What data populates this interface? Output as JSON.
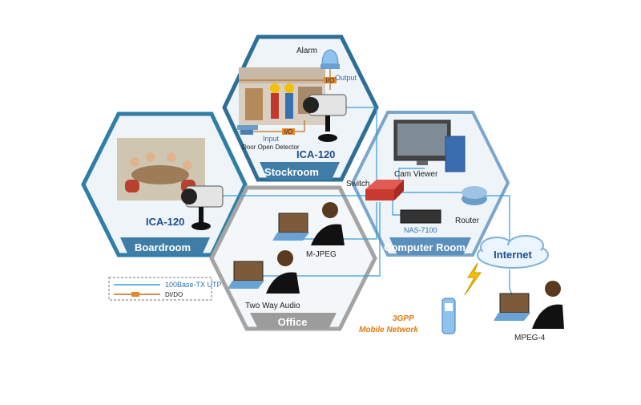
{
  "zones": {
    "stockroom": "Stockroom",
    "boardroom": "Boardroom",
    "office": "Office",
    "computer_room": "Computer Room"
  },
  "devices": {
    "alarm": "Alarm",
    "output": "Output",
    "io_badge": "I/O",
    "input": "Input",
    "door_detector": "Door Open Detector",
    "camera_stockroom": "ICA-120",
    "camera_boardroom": "ICA-120",
    "cam_viewer": "Cam Viewer",
    "switch": "Switch",
    "nas": "NAS-7100",
    "router": "Router",
    "internet": "Internet",
    "mjpeg": "M-JPEG",
    "two_way_audio": "Two Way Audio",
    "mpeg4": "MPEG-4",
    "network_3gpp_line1": "3GPP",
    "network_3gpp_line2": "Mobile Network"
  },
  "legend": {
    "utp": "100Base-TX UTP",
    "dido": "DI/DO"
  },
  "colors": {
    "hex_blue_border": "#2e7ea6",
    "hex_label_blue": "#3f7da8",
    "hex_gray_border": "#a4a4a4",
    "hex_fill": "#eaf3f8",
    "network_line": "#3a9bd6",
    "io_line": "#c06b20",
    "orange_text": "#e07b10",
    "camera_title": "#1f4e8c"
  }
}
